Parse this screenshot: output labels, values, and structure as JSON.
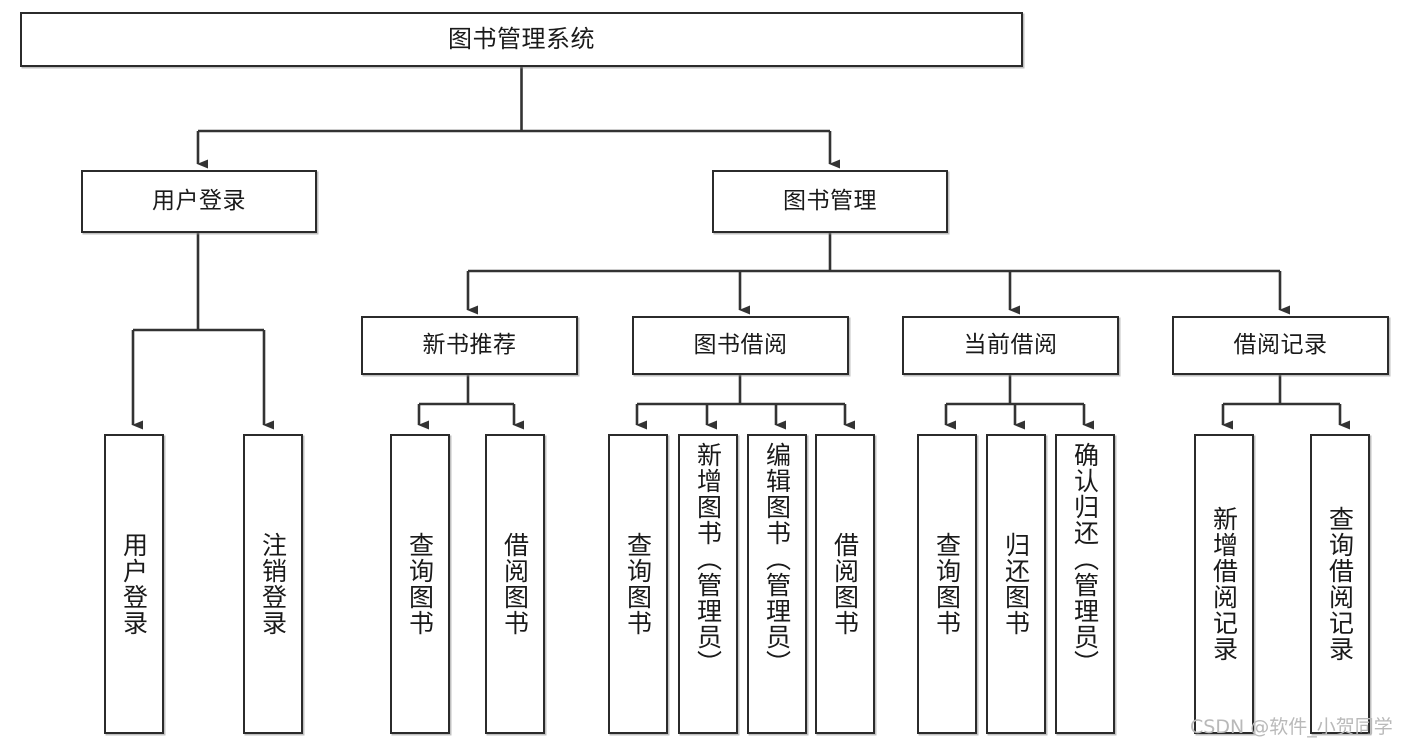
{
  "diagram": {
    "type": "tree",
    "title": "图书管理系统",
    "watermark": "CSDN @软件_小贺同学",
    "colors": {
      "box_border": "#2b2b2b",
      "box_fill": "#ffffff",
      "connector": "#333333",
      "text": "#1a1a1a",
      "watermark": "#b9b9b9",
      "background": "#ffffff"
    },
    "nodes": {
      "root": {
        "label": "图书管理系统"
      },
      "level2": [
        {
          "id": "user-login",
          "label": "用户登录"
        },
        {
          "id": "book-manage",
          "label": "图书管理"
        }
      ],
      "level3": [
        {
          "id": "new-book-recommend",
          "label": "新书推荐"
        },
        {
          "id": "book-borrow",
          "label": "图书借阅"
        },
        {
          "id": "current-borrow",
          "label": "当前借阅"
        },
        {
          "id": "borrow-record",
          "label": "借阅记录"
        }
      ],
      "leaves": {
        "user_login": [
          {
            "id": "leaf-user-login",
            "label": "用户登录"
          },
          {
            "id": "leaf-logout-login",
            "label": "注销登录"
          }
        ],
        "new_book_recommend": [
          {
            "id": "leaf-query-book-1",
            "label": "查询图书"
          },
          {
            "id": "leaf-borrow-book-1",
            "label": "借阅图书"
          }
        ],
        "book_borrow": [
          {
            "id": "leaf-query-book-2",
            "label": "查询图书"
          },
          {
            "id": "leaf-add-book",
            "label": "新增图书（管理员）"
          },
          {
            "id": "leaf-edit-book",
            "label": "编辑图书（管理员）"
          },
          {
            "id": "leaf-borrow-book-2",
            "label": "借阅图书"
          }
        ],
        "current_borrow": [
          {
            "id": "leaf-query-book-3",
            "label": "查询图书"
          },
          {
            "id": "leaf-return-book",
            "label": "归还图书"
          },
          {
            "id": "leaf-confirm-return",
            "label": "确认归还（管理员）"
          }
        ],
        "borrow_record": [
          {
            "id": "leaf-add-record",
            "label": "新增借阅记录"
          },
          {
            "id": "leaf-query-record",
            "label": "查询借阅记录"
          }
        ]
      }
    },
    "edges": [
      {
        "from": "root",
        "to": "user-login"
      },
      {
        "from": "root",
        "to": "book-manage"
      },
      {
        "from": "user-login",
        "to": "leaf-user-login"
      },
      {
        "from": "user-login",
        "to": "leaf-logout-login"
      },
      {
        "from": "book-manage",
        "to": "new-book-recommend"
      },
      {
        "from": "book-manage",
        "to": "book-borrow"
      },
      {
        "from": "book-manage",
        "to": "current-borrow"
      },
      {
        "from": "book-manage",
        "to": "borrow-record"
      },
      {
        "from": "new-book-recommend",
        "to": "leaf-query-book-1"
      },
      {
        "from": "new-book-recommend",
        "to": "leaf-borrow-book-1"
      },
      {
        "from": "book-borrow",
        "to": "leaf-query-book-2"
      },
      {
        "from": "book-borrow",
        "to": "leaf-add-book"
      },
      {
        "from": "book-borrow",
        "to": "leaf-edit-book"
      },
      {
        "from": "book-borrow",
        "to": "leaf-borrow-book-2"
      },
      {
        "from": "current-borrow",
        "to": "leaf-query-book-3"
      },
      {
        "from": "current-borrow",
        "to": "leaf-return-book"
      },
      {
        "from": "current-borrow",
        "to": "leaf-confirm-return"
      },
      {
        "from": "borrow-record",
        "to": "leaf-add-record"
      },
      {
        "from": "borrow-record",
        "to": "leaf-return-book-x"
      },
      {
        "from": "borrow-record",
        "to": "leaf-query-record"
      }
    ]
  }
}
